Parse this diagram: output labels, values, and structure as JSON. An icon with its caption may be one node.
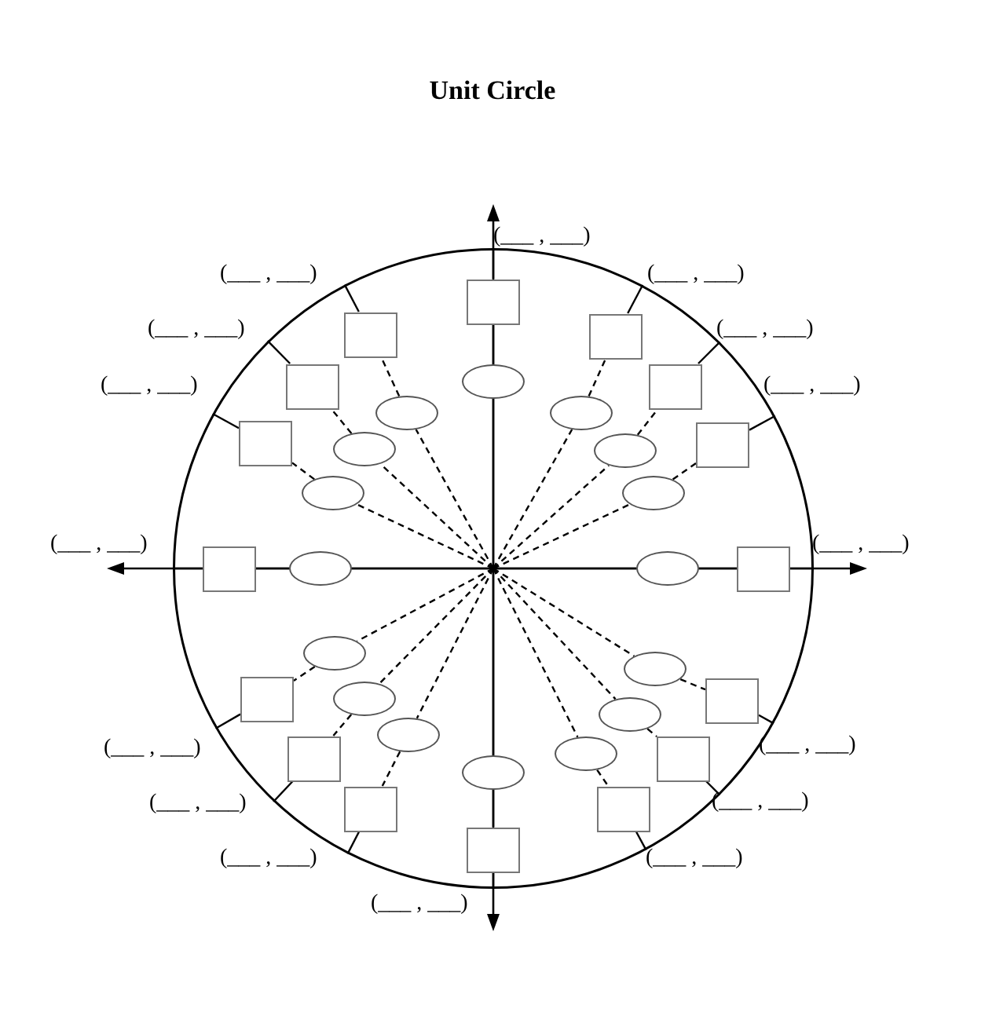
{
  "diagram": {
    "title": "Unit Circle",
    "nodes": [
      {
        "text": [],
        "shape": "circle"
      },
      {
        "text": [],
        "shape": "ellipse",
        "in": 0
      },
      {
        "text": [],
        "shape": "ellipse",
        "in": 0
      },
      {
        "text": [],
        "shape": "ellipse",
        "in": 0
      },
      {
        "text": [],
        "shape": "ellipse",
        "in": 0
      },
      {
        "text": [],
        "shape": "ellipse",
        "in": 0
      },
      {
        "text": [],
        "shape": "ellipse",
        "in": 0
      },
      {
        "text": [],
        "shape": "ellipse",
        "in": 0
      },
      {
        "text": [],
        "shape": "ellipse",
        "in": 0
      },
      {
        "text": [],
        "shape": "ellipse",
        "in": 0
      },
      {
        "text": [],
        "shape": "ellipse",
        "in": 0
      },
      {
        "text": [],
        "shape": "ellipse",
        "in": 0
      },
      {
        "text": [],
        "shape": "ellipse",
        "in": 0
      },
      {
        "text": [],
        "shape": "ellipse",
        "in": 0
      },
      {
        "text": [],
        "shape": "ellipse",
        "in": 0
      },
      {
        "text": [],
        "shape": "ellipse",
        "in": 0
      },
      {
        "text": [],
        "shape": "ellipse",
        "in": 0
      },
      {
        "text": [],
        "shape": "box",
        "in": 0
      },
      {
        "text": [],
        "shape": "box",
        "in": 0
      },
      {
        "text": [],
        "shape": "box",
        "in": 0
      },
      {
        "text": [],
        "shape": "box",
        "in": 0
      },
      {
        "text": [],
        "shape": "box",
        "in": 0
      },
      {
        "text": [],
        "shape": "box",
        "in": 0
      },
      {
        "text": [],
        "shape": "box",
        "in": 0
      },
      {
        "text": [],
        "shape": "box",
        "in": 0
      },
      {
        "text": [],
        "shape": "box",
        "in": 0
      },
      {
        "text": [],
        "shape": "box",
        "in": 0
      },
      {
        "text": [],
        "shape": "box",
        "in": 0
      },
      {
        "text": [],
        "shape": "box",
        "in": 0
      },
      {
        "text": [],
        "shape": "box",
        "in": 0
      },
      {
        "text": [],
        "shape": "box",
        "in": 0
      },
      {
        "text": [],
        "shape": "box",
        "in": 0
      },
      {
        "text": [],
        "shape": "box",
        "in": 0
      }
    ],
    "edges": [
      {
        "from": null,
        "to": 1,
        "arrow": "none"
      },
      {
        "from": 1,
        "to": 17,
        "arrow": "none"
      },
      {
        "from": 17,
        "to": 0,
        "arrow": "none"
      },
      {
        "from": null,
        "to": 2,
        "arrow": "none",
        "style": "dashed"
      },
      {
        "from": 2,
        "to": 18,
        "arrow": "none",
        "style": "dashed"
      },
      {
        "from": 18,
        "to": 0,
        "arrow": "none"
      },
      {
        "from": null,
        "to": 3,
        "arrow": "none",
        "style": "dashed"
      },
      {
        "from": 3,
        "to": 19,
        "arrow": "none",
        "style": "dashed"
      },
      {
        "from": 19,
        "to": 0,
        "arrow": "none"
      },
      {
        "from": null,
        "to": 4,
        "arrow": "none",
        "style": "dashed"
      },
      {
        "from": 4,
        "to": 20,
        "arrow": "none",
        "style": "dashed"
      },
      {
        "from": 20,
        "to": 0,
        "arrow": "none"
      },
      {
        "from": null,
        "to": 5,
        "arrow": "none",
        "style": "dashed"
      },
      {
        "from": 5,
        "to": 21,
        "arrow": "none",
        "style": "dashed"
      },
      {
        "from": 21,
        "to": 0,
        "arrow": "none"
      },
      {
        "from": null,
        "to": 6,
        "arrow": "none",
        "style": "dashed"
      },
      {
        "from": 6,
        "to": 22,
        "arrow": "none",
        "style": "dashed"
      },
      {
        "from": 22,
        "to": 0,
        "arrow": "none"
      },
      {
        "from": null,
        "to": 7,
        "arrow": "none",
        "style": "dashed"
      },
      {
        "from": 7,
        "to": 23,
        "arrow": "none",
        "style": "dashed"
      },
      {
        "from": 23,
        "to": 0,
        "arrow": "none"
      },
      {
        "from": null,
        "to": 8,
        "arrow": "none"
      },
      {
        "from": 8,
        "to": 24,
        "arrow": "none"
      },
      {
        "from": 24,
        "to": 0,
        "arrow": "none"
      },
      {
        "from": null,
        "to": 9,
        "arrow": "none"
      },
      {
        "from": 9,
        "to": 25,
        "arrow": "none"
      },
      {
        "from": 25,
        "to": 0,
        "arrow": "none"
      },
      {
        "from": null,
        "to": 10,
        "arrow": "none",
        "style": "dashed"
      },
      {
        "from": 10,
        "to": 26,
        "arrow": "none",
        "style": "dashed"
      },
      {
        "from": 26,
        "to": 0,
        "arrow": "none"
      },
      {
        "from": null,
        "to": 11,
        "arrow": "none",
        "style": "dashed"
      },
      {
        "from": 11,
        "to": 27,
        "arrow": "none",
        "style": "dashed"
      },
      {
        "from": 27,
        "to": 0,
        "arrow": "none"
      },
      {
        "from": null,
        "to": 12,
        "arrow": "none",
        "style": "dashed"
      },
      {
        "from": 12,
        "to": 28,
        "arrow": "none",
        "style": "dashed"
      },
      {
        "from": 28,
        "to": 0,
        "arrow": "none"
      },
      {
        "from": null,
        "to": 13,
        "arrow": "none",
        "style": "dashed"
      },
      {
        "from": 13,
        "to": 29,
        "arrow": "none",
        "style": "dashed"
      },
      {
        "from": 29,
        "to": 0,
        "arrow": "none"
      },
      {
        "from": null,
        "to": 14,
        "arrow": "none",
        "style": "dashed"
      },
      {
        "from": 14,
        "to": 30,
        "arrow": "none",
        "style": "dashed"
      },
      {
        "from": 30,
        "to": 0,
        "arrow": "none"
      },
      {
        "from": null,
        "to": 15,
        "arrow": "none",
        "style": "dashed"
      },
      {
        "from": 15,
        "to": 31,
        "arrow": "none",
        "style": "dashed"
      },
      {
        "from": 31,
        "to": 0,
        "arrow": "none"
      },
      {
        "from": null,
        "to": 16,
        "arrow": "none"
      },
      {
        "from": 16,
        "to": 32,
        "arrow": "none"
      },
      {
        "from": 32,
        "to": 0,
        "arrow": "none"
      }
    ],
    "labels": [
      "(___ , ___)",
      "(___ , ___)",
      "(___ , ___)",
      "(___ , ___)",
      "(___ , ___)",
      "(___ , ___)",
      "(___ , ___)",
      "(___ , ___)",
      "(___ , ___)",
      "(___ , ___)",
      "(___ , ___)",
      "(___ , ___)",
      "(___ , ___)",
      "(___ , ___)",
      "(___ , ___)",
      "(___ , ___)"
    ]
  }
}
